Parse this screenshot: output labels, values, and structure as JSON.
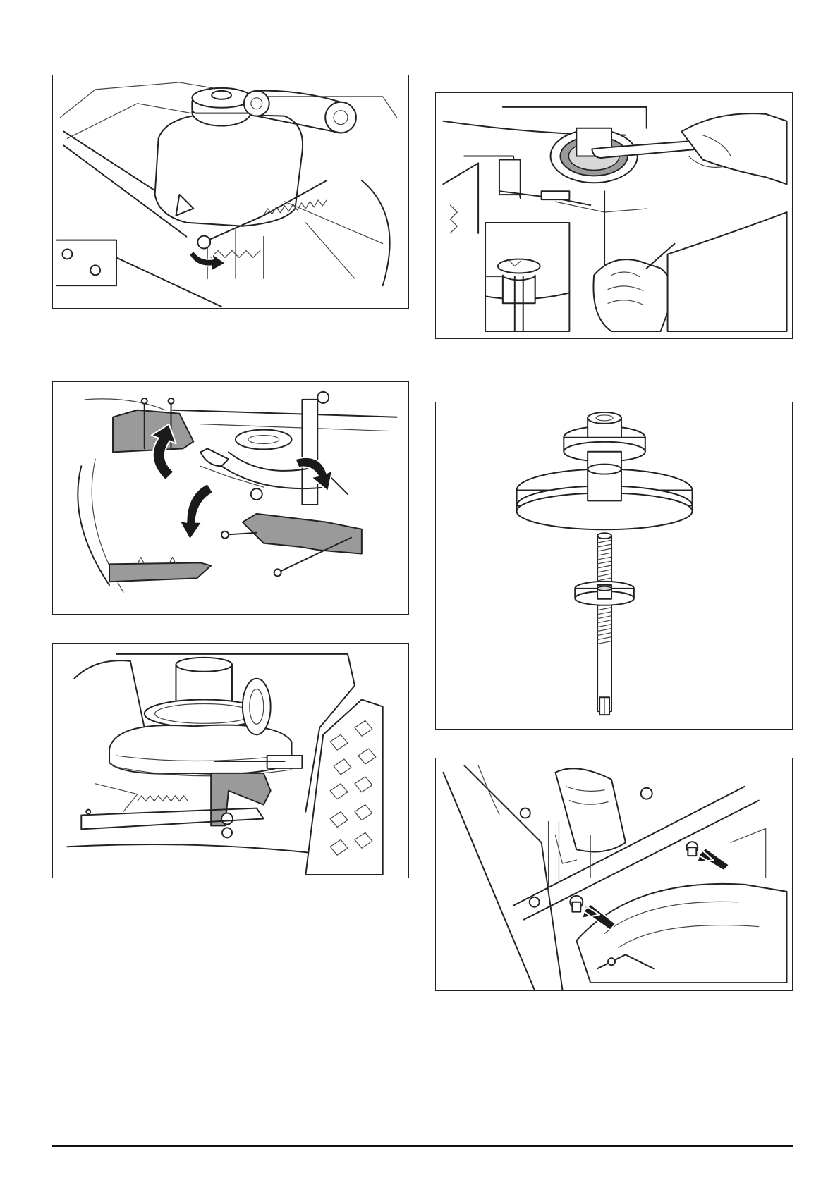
{
  "page": {
    "figures": [
      {
        "id": "fig1",
        "subject": "engine-compartment-spring"
      },
      {
        "id": "fig2",
        "subject": "cover-plates-removal"
      },
      {
        "id": "fig3",
        "subject": "pulley-under-chassis"
      },
      {
        "id": "fig4",
        "subject": "pulley-with-wrench"
      },
      {
        "id": "fig5",
        "subject": "pulley-and-shaft"
      },
      {
        "id": "fig6",
        "subject": "bolt-locations"
      }
    ]
  },
  "colors": {
    "line": "#222222",
    "part_fill": "#9a9a9a",
    "arrow": "#1a1a1a"
  }
}
